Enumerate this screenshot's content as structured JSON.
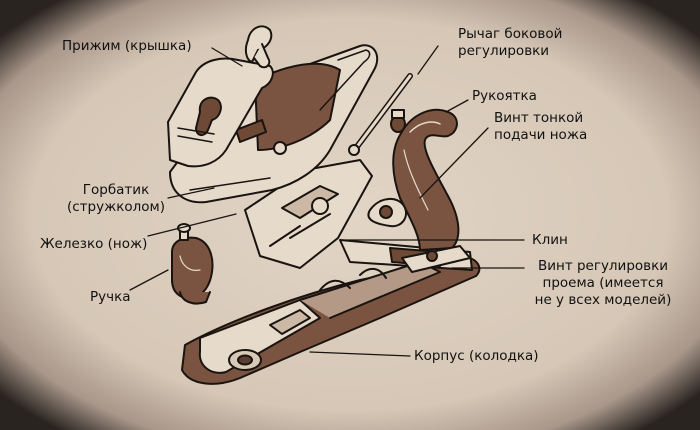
{
  "colors": {
    "background": "#d9cbbb",
    "vignette": "#2a2420",
    "ink": "#1a1410",
    "metal_dark": "#6e4a36",
    "metal_light": "#e8dccd"
  },
  "labels": {
    "cap": "Прижим (крышка)",
    "side_lever_1": "Рычаг боковой",
    "side_lever_2": "регулировки",
    "handle": "Рукоятка",
    "fine_screw_1": "Винт тонкой",
    "fine_screw_2": "подачи ножа",
    "chipbreaker_1": "Горбатик",
    "chipbreaker_2": "(стружколом)",
    "iron": "Железко (нож)",
    "wedge": "Клин",
    "mouth_screw_1": "Винт регулировки",
    "mouth_screw_2": "проема (имеется",
    "mouth_screw_3": "не у всех моделей)",
    "knob": "Ручка",
    "body": "Корпус (колодка)"
  }
}
